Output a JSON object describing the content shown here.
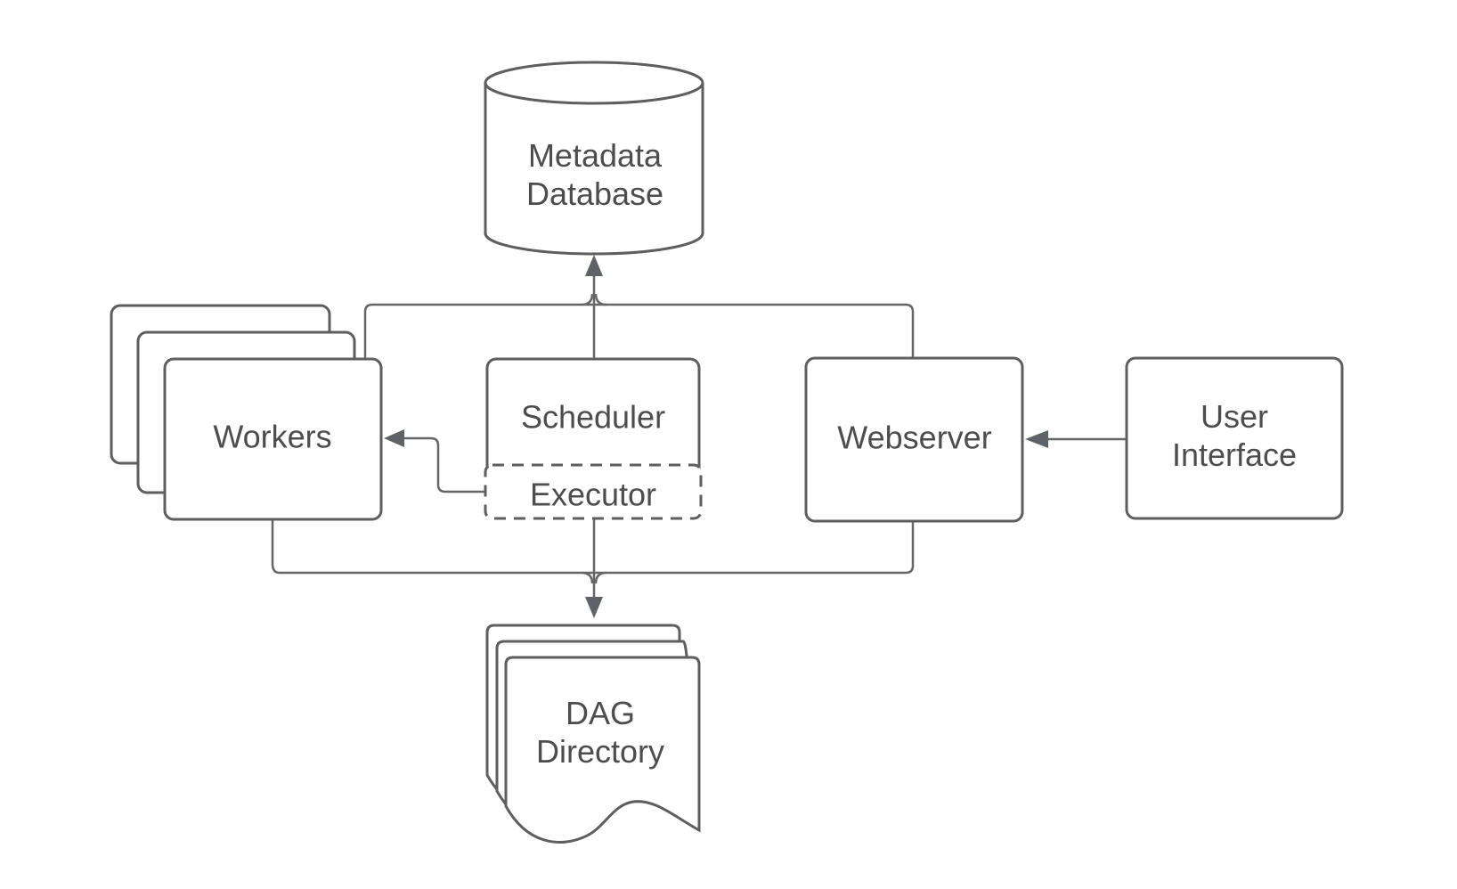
{
  "diagram": {
    "description": "Airflow architecture diagram",
    "background_color": "#ffffff",
    "line_color": "#666666",
    "shape_border_color": "#5e5e5e",
    "text_color": "#4d4d4d"
  },
  "nodes": {
    "metadata_database": {
      "shape": "cylinder",
      "line1": "Metadata",
      "line2": "Database"
    },
    "workers": {
      "shape": "stacked-cards",
      "label": "Workers"
    },
    "scheduler": {
      "shape": "rounded-rectangle",
      "label": "Scheduler"
    },
    "executor": {
      "shape": "dashed-rounded-rectangle",
      "label": "Executor"
    },
    "webserver": {
      "shape": "rounded-rectangle",
      "label": "Webserver"
    },
    "user_interface": {
      "shape": "rounded-rectangle",
      "line1": "User",
      "line2": "Interface"
    },
    "dag_directory": {
      "shape": "stacked-documents",
      "line1": "DAG",
      "line2": "Directory"
    }
  },
  "edges": [
    {
      "from": "scheduler",
      "to": "metadata_database",
      "arrow": "arrowhead-at-database"
    },
    {
      "from": "workers",
      "to": "metadata_database",
      "arrow": "none-joins-scheduler-line"
    },
    {
      "from": "webserver",
      "to": "metadata_database",
      "arrow": "none-joins-scheduler-line"
    },
    {
      "from": "executor",
      "to": "workers",
      "arrow": "arrowhead-at-workers"
    },
    {
      "from": "user_interface",
      "to": "webserver",
      "arrow": "arrowhead-at-webserver"
    },
    {
      "from": "executor",
      "to": "dag_directory",
      "arrow": "arrowhead-at-dag-directory"
    },
    {
      "from": "workers",
      "to": "dag_directory",
      "arrow": "none-joins-executor-line"
    },
    {
      "from": "webserver",
      "to": "dag_directory",
      "arrow": "none-joins-executor-line"
    }
  ]
}
